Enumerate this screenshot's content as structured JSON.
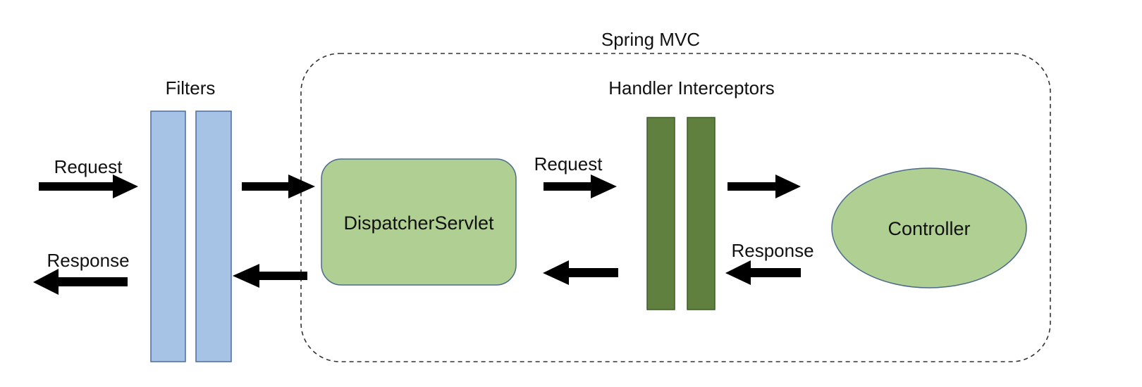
{
  "colors": {
    "filter_fill": "#a6c3e6",
    "filter_stroke": "#4a6c9b",
    "interceptor_fill": "#5f803f",
    "interceptor_stroke": "#3e5a2a",
    "component_fill": "#b0d093",
    "component_stroke": "#4c6b8a",
    "arrow": "#000000",
    "boundary": "#333333"
  },
  "labels": {
    "spring_mvc": "Spring MVC",
    "filters": "Filters",
    "handler_interceptors": "Handler Interceptors",
    "dispatcher_servlet": "DispatcherServlet",
    "controller": "Controller",
    "request_in": "Request",
    "response_out": "Response",
    "request_mid": "Request",
    "response_ctrl": "Response"
  },
  "icons": {
    "arrow_right": "arrow-right-icon",
    "arrow_left": "arrow-left-icon"
  }
}
